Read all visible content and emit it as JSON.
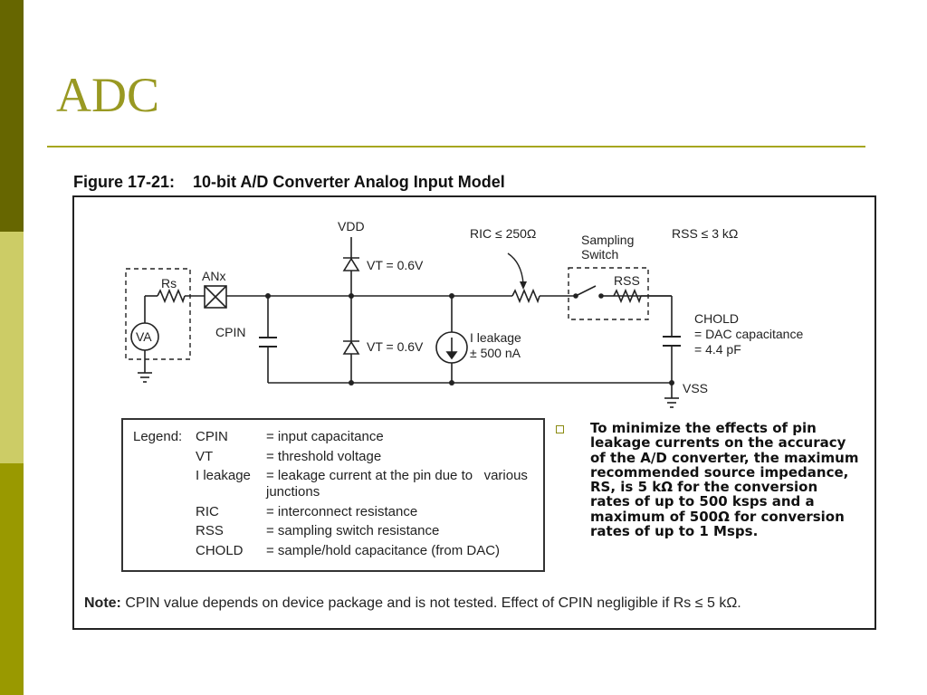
{
  "slide": {
    "title": "ADC",
    "bullet": "To minimize the effects of pin leakage currents on the accuracy of the A/D converter, the maximum recommended source impedance, RS, is 5 kΩ for the conversion rates of up to 500 ksps and a maximum of 500Ω for conversion rates of up to 1 Msps."
  },
  "figure": {
    "title": "Figure 17-21:    10-bit A/D Converter Analog Input Model",
    "labels": {
      "vdd": "VDD",
      "vt_upper": "VT = 0.6V",
      "vt_lower": "VT = 0.6V",
      "ric": "RIC ≤ 250Ω",
      "sampling_line1": "Sampling",
      "sampling_line2": "Switch",
      "rss_top": "RSS ≤ 3 kΩ",
      "rss": "RSS",
      "rs": "Rs",
      "anx": "ANx",
      "va": "VA",
      "cpin": "CPIN",
      "ileak_line1": "I leakage",
      "ileak_line2": "± 500 nA",
      "chold_line1": "CHOLD",
      "chold_line2": "= DAC capacitance",
      "chold_line3": "= 4.4 pF",
      "vss": "VSS"
    },
    "legend": {
      "heading": "Legend:",
      "rows": [
        {
          "term": "CPIN",
          "def": "= input capacitance"
        },
        {
          "term": "VT",
          "def": "= threshold voltage"
        },
        {
          "term": "I leakage",
          "def": "= leakage current at the pin due to   various junctions"
        },
        {
          "term": "RIC",
          "def": "= interconnect resistance"
        },
        {
          "term": "RSS",
          "def": "= sampling switch resistance"
        },
        {
          "term": "CHOLD",
          "def": "= sample/hold capacitance (from DAC)"
        }
      ]
    },
    "note": {
      "label": "Note:",
      "text": "CPIN value depends on device package and is not tested. Effect of CPIN negligible if Rs ≤ 5 kΩ."
    }
  }
}
